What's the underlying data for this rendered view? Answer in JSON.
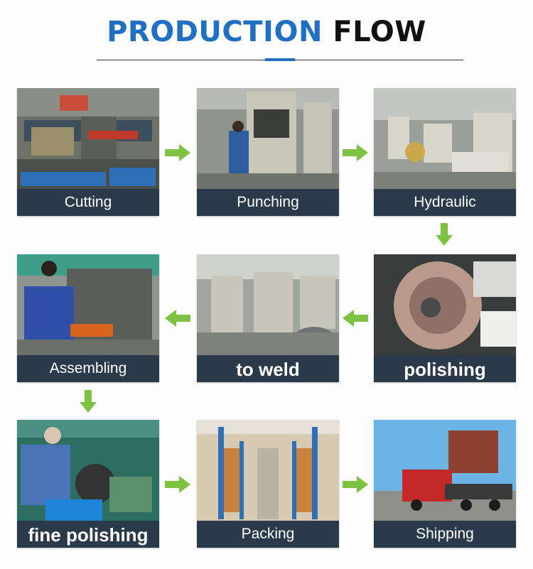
{
  "header": {
    "title_part1": "PRODUCTION",
    "title_part2": "FLOW"
  },
  "steps": [
    {
      "label": "Cutting"
    },
    {
      "label": "Punching"
    },
    {
      "label": "Hydraulic"
    },
    {
      "label": "polishing"
    },
    {
      "label": "to weld"
    },
    {
      "label": "Assembling"
    },
    {
      "label": "fine polishing"
    },
    {
      "label": "Packing"
    },
    {
      "label": "Shipping"
    }
  ],
  "colors": {
    "accent": "#1f6fc2",
    "arrow": "#7dc242",
    "label_bg": "#2b3a4b"
  }
}
